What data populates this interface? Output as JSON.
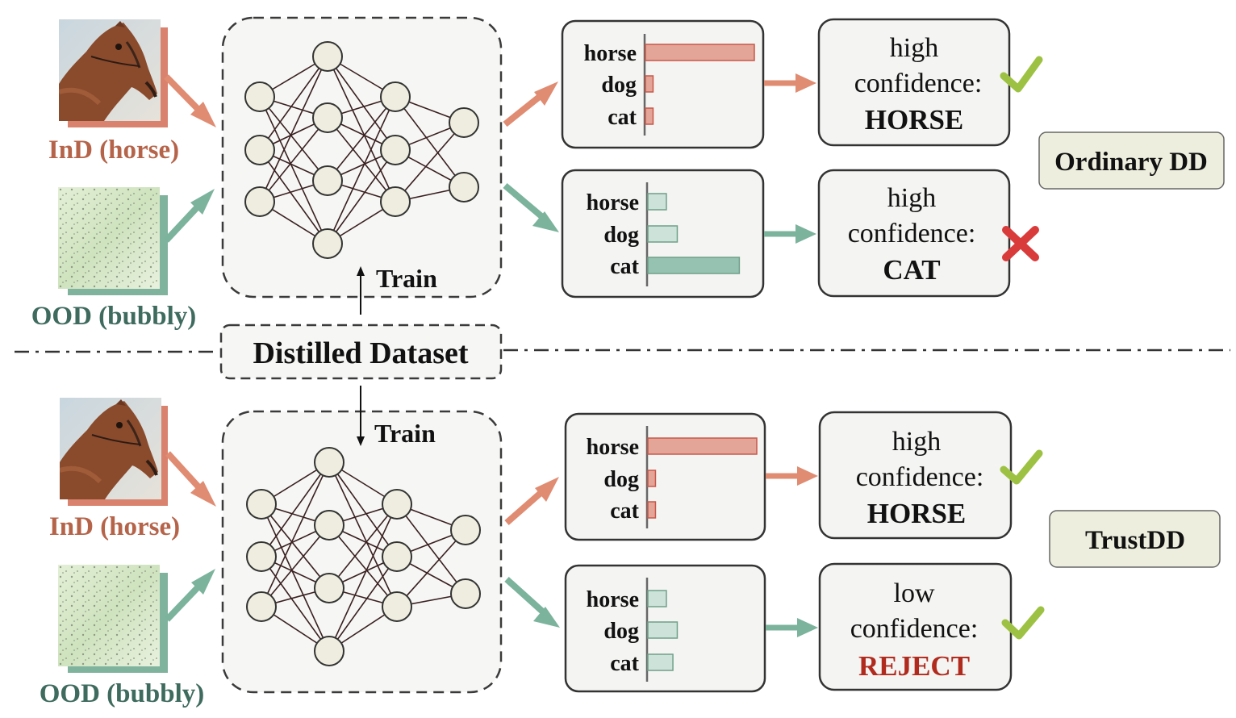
{
  "colors": {
    "ind": "#b5644a",
    "ind_arrow": "#e08c72",
    "ind_bar_fill": "#e3a597",
    "ind_bar_stroke": "#c9574a",
    "ood": "#3e6b5e",
    "ood_arrow": "#7cb39c",
    "ood_bar_fill": "#cde3da",
    "ood_bar_stroke": "#6fa08a",
    "ood_bar_big": "#96c3b1",
    "reject": "#b12a1e",
    "check": "#9dc243",
    "cross": "#d93b3b",
    "tag_fill": "#eeeedf"
  },
  "icons": {
    "check": "checkmark-icon",
    "cross": "cross-icon"
  },
  "dataset": {
    "label": "Distilled Dataset",
    "train_label": "Train"
  },
  "top": {
    "ind_label": "InD (horse)",
    "ood_label": "OOD (bubbly)",
    "method_label": "Ordinary DD",
    "ind_bars": {
      "labels": [
        "horse",
        "dog",
        "cat"
      ],
      "values": [
        1.0,
        0.07,
        0.07
      ]
    },
    "ood_bars": {
      "labels": [
        "horse",
        "dog",
        "cat"
      ],
      "values": [
        0.17,
        0.27,
        0.84
      ]
    },
    "ind_result": {
      "line1": "high",
      "line2": "confidence:",
      "line3": "HORSE",
      "verdict": "check"
    },
    "ood_result": {
      "line1": "high",
      "line2": "confidence:",
      "line3": "CAT",
      "verdict": "cross"
    }
  },
  "bottom": {
    "ind_label": "InD (horse)",
    "ood_label": "OOD (bubbly)",
    "method_label": "TrustDD",
    "ind_bars": {
      "labels": [
        "horse",
        "dog",
        "cat"
      ],
      "values": [
        1.0,
        0.07,
        0.07
      ]
    },
    "ood_bars": {
      "labels": [
        "horse",
        "dog",
        "cat"
      ],
      "values": [
        0.17,
        0.27,
        0.23
      ]
    },
    "ind_result": {
      "line1": "high",
      "line2": "confidence:",
      "line3": "HORSE",
      "verdict": "check"
    },
    "ood_result": {
      "line1": "low",
      "line2": "confidence:",
      "line3": "REJECT",
      "verdict": "check"
    }
  }
}
